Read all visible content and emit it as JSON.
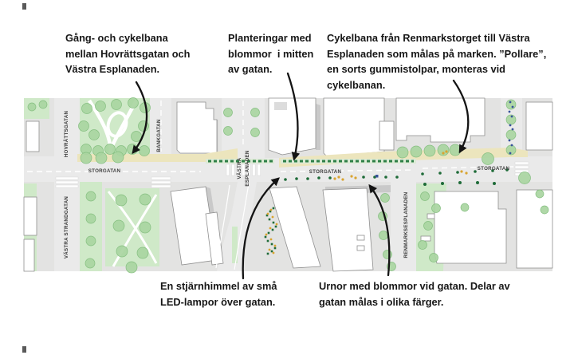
{
  "page": {
    "background": "#ffffff"
  },
  "annotations": [
    {
      "id": "gang-cykelbana",
      "lines": [
        "Gång- och cykelbana",
        "mellan Hovrättsgatan och",
        "Västra Esplanaden."
      ]
    },
    {
      "id": "planteringar",
      "lines": [
        "Planteringar med",
        "blommor  i mitten",
        "av gatan."
      ]
    },
    {
      "id": "cykelbana-pollare",
      "lines": [
        "Cykelbana från Renmarkstorget till Västra",
        "Esplanaden som målas på marken. ”Pollare”,",
        "en sorts gummistolpar, monteras vid cykelbanan."
      ]
    },
    {
      "id": "stjarnhimmel",
      "lines": [
        "En stjärnhimmel av små",
        "LED-lampor över gatan."
      ]
    },
    {
      "id": "urnor",
      "lines": [
        "Urnor med blommor vid gatan. Delar av",
        "gatan målas i olika färger."
      ]
    }
  ],
  "map": {
    "street_labels": {
      "hovrattsgatan": "HOVRÄTTSGATAN",
      "vastra_strandgatan": "VÄSTRA STRANDGATAN",
      "bankgatan": "BANKGATAN",
      "storgatan_west": "STORGATAN",
      "vastra_esplanaden_line1": "VÄSTRA",
      "vastra_esplanaden_line2": "ESPLANADEN",
      "storgatan_mid": "STORGATAN",
      "renmarksesplanaden": "RENMARKSESPLANADEN",
      "storgatan_east": "STORGATAN"
    },
    "colors": {
      "street": "#eaeaea",
      "block": "#e3e3e2",
      "park": "#cfe9c8",
      "tree": "#a9d5a1",
      "cycle_path_yellow": "#ece5bd",
      "planter_dash_green": "#2f8048",
      "dot_green": "#1e6b38",
      "dot_yellow": "#d9a430",
      "dot_blue": "#37519b",
      "building": "#ffffff",
      "arrow": "#141414"
    }
  }
}
